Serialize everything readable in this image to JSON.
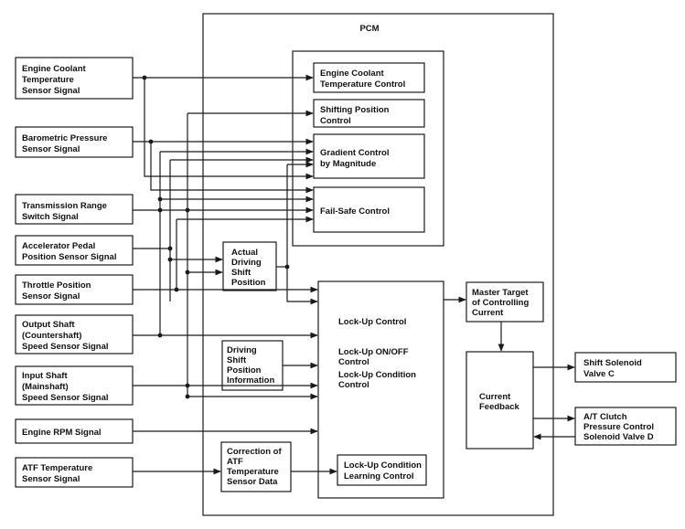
{
  "pcm_label": "PCM",
  "inputs": [
    {
      "id": "ect",
      "lines": [
        "Engine Coolant",
        "Temperature",
        "Sensor Signal"
      ]
    },
    {
      "id": "baro",
      "lines": [
        "Barometric Pressure",
        "Sensor Signal"
      ]
    },
    {
      "id": "trs",
      "lines": [
        "Transmission Range",
        "Switch Signal"
      ]
    },
    {
      "id": "app",
      "lines": [
        "Accelerator Pedal",
        "Position Sensor Signal"
      ]
    },
    {
      "id": "tps",
      "lines": [
        "Throttle Position",
        "Sensor Signal"
      ]
    },
    {
      "id": "oss",
      "lines": [
        "Output Shaft",
        "(Countershaft)",
        "Speed Sensor Signal"
      ]
    },
    {
      "id": "iss",
      "lines": [
        "Input Shaft",
        "(Mainshaft)",
        "Speed Sensor Signal"
      ]
    },
    {
      "id": "rpm",
      "lines": [
        "Engine RPM Signal"
      ]
    },
    {
      "id": "atf",
      "lines": [
        "ATF Temperature",
        "Sensor Signal"
      ]
    }
  ],
  "controls": [
    {
      "id": "ect-control",
      "lines": [
        "Engine Coolant",
        "Temperature Control"
      ]
    },
    {
      "id": "shift-pos-control",
      "lines": [
        "Shifting Position",
        "Control"
      ]
    },
    {
      "id": "gradient-control",
      "lines": [
        "Gradient Control",
        "by Magnitude"
      ]
    },
    {
      "id": "fail-safe",
      "lines": [
        "Fail-Safe Control"
      ]
    }
  ],
  "actual_shift": {
    "lines": [
      "Actual",
      "Driving",
      "Shift",
      "Position"
    ]
  },
  "driving_shift_info": {
    "lines": [
      "Driving",
      "Shift",
      "Position",
      "Information"
    ]
  },
  "atf_correction": {
    "lines": [
      "Correction of",
      "ATF",
      "Temperature",
      "Sensor Data"
    ]
  },
  "lockup": {
    "title": "Lock-Up Control",
    "on_off": [
      "Lock-Up ON/OFF",
      "Control"
    ],
    "condition": [
      "Lock-Up Condition",
      "Control"
    ],
    "learning": [
      "Lock-Up Condition",
      "Learning Control"
    ]
  },
  "master_target": {
    "lines": [
      "Master Target",
      "of Controlling",
      "Current"
    ]
  },
  "current_feedback": {
    "lines": [
      "Current",
      "Feedback"
    ]
  },
  "outputs": [
    {
      "id": "shift-solenoid-c",
      "lines": [
        "Shift Solenoid",
        "Valve C"
      ]
    },
    {
      "id": "at-clutch-solenoid-d",
      "lines": [
        "A/T Clutch",
        "Pressure Control",
        "Solenoid Valve D"
      ]
    }
  ]
}
